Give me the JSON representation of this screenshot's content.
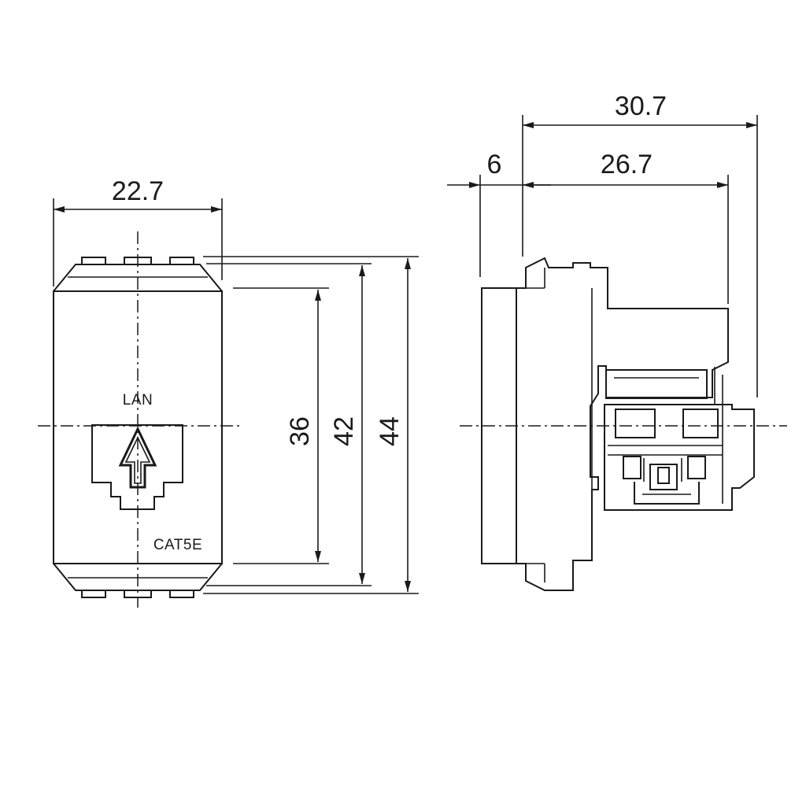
{
  "front_view": {
    "width_dim": "22.7",
    "dim_36": "36",
    "dim_42": "42",
    "dim_44": "44",
    "label_lan": "LAN",
    "label_cat": "CAT5E"
  },
  "side_view": {
    "dim_total_depth": "30.7",
    "dim_front_depth": "6",
    "dim_body_depth": "26.7"
  },
  "units": ""
}
